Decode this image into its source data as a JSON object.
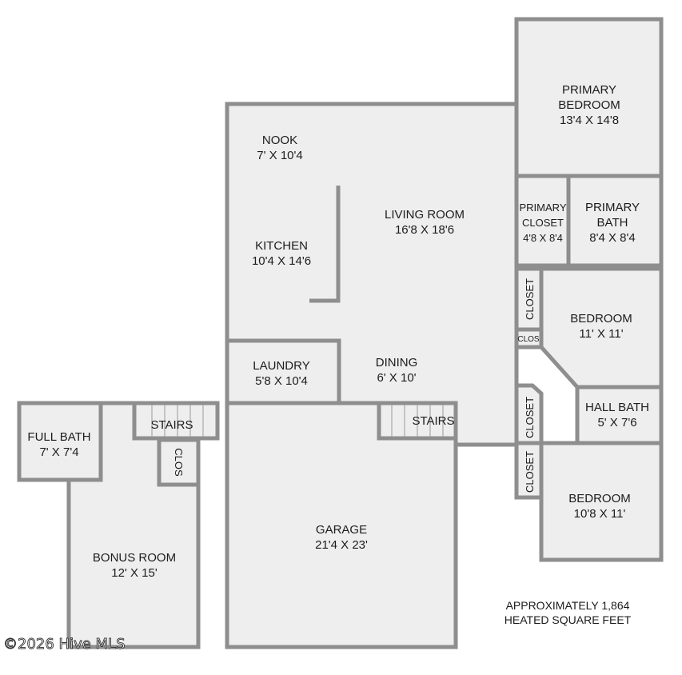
{
  "rooms": {
    "primary_bedroom": {
      "name_1": "PRIMARY",
      "name_2": "BEDROOM",
      "dims": "13'4 X 14'8"
    },
    "nook": {
      "name": "NOOK",
      "dims": "7' X 10'4"
    },
    "living_room": {
      "name": "LIVING ROOM",
      "dims": "16'8 X 18'6"
    },
    "kitchen": {
      "name": "KITCHEN",
      "dims": "10'4 X 14'6"
    },
    "primary_closet": {
      "name_1": "PRIMARY",
      "name_2": "CLOSET",
      "dims": "4'8 X 8'4"
    },
    "primary_bath": {
      "name_1": "PRIMARY",
      "name_2": "BATH",
      "dims": "8'4 X 8'4"
    },
    "bedroom_2": {
      "name": "BEDROOM",
      "dims": "11' X 11'"
    },
    "laundry": {
      "name": "LAUNDRY",
      "dims": "5'8 X 10'4"
    },
    "dining": {
      "name": "DINING",
      "dims": "6' X 10'"
    },
    "hall_bath": {
      "name": "HALL BATH",
      "dims": "5' X 7'6"
    },
    "bedroom_3": {
      "name": "BEDROOM",
      "dims": "10'8 X 11'"
    },
    "garage": {
      "name": "GARAGE",
      "dims": "21'4 X 23'"
    },
    "full_bath": {
      "name": "FULL BATH",
      "dims": "7' X 7'4"
    },
    "bonus_room": {
      "name": "BONUS ROOM",
      "dims": "12' X 15'"
    }
  },
  "labels": {
    "closet": "CLOSET",
    "clos": "CLOS",
    "stairs": "STAIRS"
  },
  "note": {
    "line_1": "APPROXIMATELY 1,864",
    "line_2": "HEATED SQUARE FEET"
  },
  "watermark": "©2026 Hive MLS"
}
